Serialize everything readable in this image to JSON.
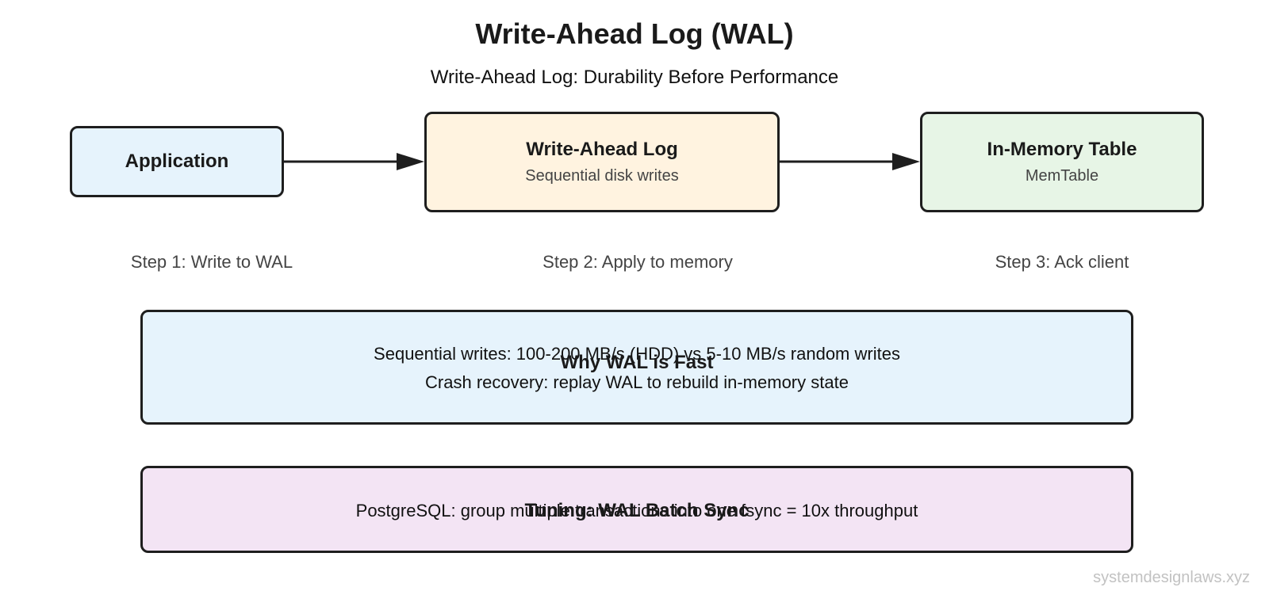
{
  "title": "Write-Ahead Log (WAL)",
  "subtitle": "Write-Ahead Log: Durability Before Performance",
  "nodes": {
    "application": {
      "label": "Application",
      "fill": "#e6f3fc"
    },
    "wal": {
      "label": "Write-Ahead Log",
      "sublabel": "Sequential disk writes",
      "fill": "#fff3e0"
    },
    "memtable": {
      "label": "In-Memory Table",
      "sublabel": "MemTable",
      "fill": "#e7f5e6"
    }
  },
  "steps": [
    "Step 1: Write to WAL",
    "Step 2: Apply to memory",
    "Step 3: Ack client"
  ],
  "panels": {
    "why_fast": {
      "title": "Why WAL is Fast",
      "lines": [
        "Sequential writes: 100-200 MB/s (HDD) vs 5-10 MB/s random writes",
        "Crash recovery: replay WAL to rebuild in-memory state"
      ],
      "fill": "#e6f3fc"
    },
    "tuning": {
      "title": "Tuning: WAL Batch Sync",
      "lines": [
        "PostgreSQL: group multiple transactions into one fsync = 10x throughput"
      ],
      "fill": "#f3e4f4"
    }
  },
  "watermark": "systemdesignlaws.xyz"
}
